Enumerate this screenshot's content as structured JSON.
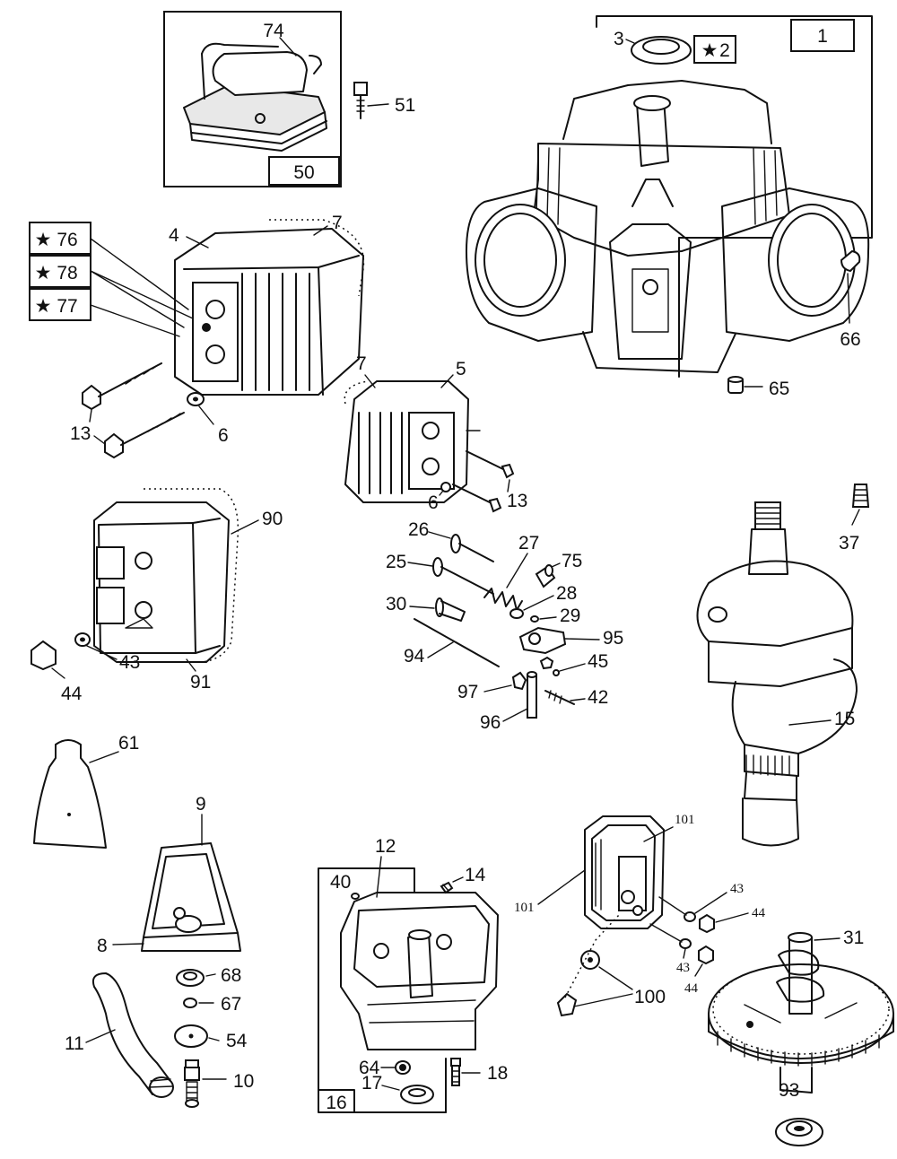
{
  "diagram": {
    "callouts": {
      "c1": "1",
      "c2": "2",
      "c3": "3",
      "c4": "4",
      "c5": "5",
      "c6a": "6",
      "c6b": "6",
      "c7a": "7",
      "c7b": "7",
      "c8": "8",
      "c9": "9",
      "c10": "10",
      "c11": "11",
      "c12": "12",
      "c13a": "13",
      "c13b": "13",
      "c14": "14",
      "c15": "15",
      "c16": "16",
      "c17": "17",
      "c18": "18",
      "c25": "25",
      "c26": "26",
      "c27": "27",
      "c28": "28",
      "c29": "29",
      "c30": "30",
      "c31": "31",
      "c37": "37",
      "c40": "40",
      "c42": "42",
      "c43a": "43",
      "c43b": "43",
      "c43c": "43",
      "c44a": "44",
      "c44b": "44",
      "c44c": "44",
      "c45": "45",
      "c50": "50",
      "c51": "51",
      "c54": "54",
      "c61": "61",
      "c64": "64",
      "c65": "65",
      "c66": "66",
      "c67": "67",
      "c68": "68",
      "c74": "74",
      "c75": "75",
      "c76": "76",
      "c77": "77",
      "c78": "78",
      "c90": "90",
      "c91": "91",
      "c93": "93",
      "c94": "94",
      "c95": "95",
      "c96": "96",
      "c97": "97",
      "c100": "100",
      "c101a": "101",
      "c101b": "101"
    },
    "star_symbol": "★"
  }
}
